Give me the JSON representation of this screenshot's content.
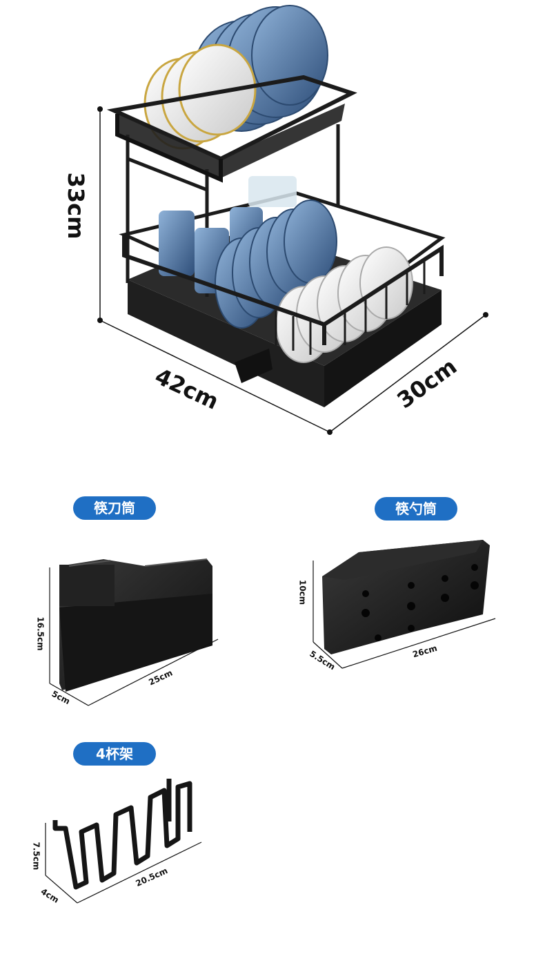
{
  "rack": {
    "height_label": "33cm",
    "width_label": "42cm",
    "depth_label": "30cm"
  },
  "knife_holder": {
    "title": "筷刀筒",
    "height_label": "16.5cm",
    "depth_label": "5cm",
    "width_label": "25cm"
  },
  "spoon_holder": {
    "title": "筷勺筒",
    "height_label": "10cm",
    "depth_label": "5.5cm",
    "width_label": "26cm"
  },
  "cup_holder": {
    "title": "4杯架",
    "height_label": "7.5cm",
    "depth_label": "4cm",
    "width_label": "20.5cm"
  },
  "colors": {
    "pill": "#1f6fc4",
    "rack": "#1b1b1b",
    "plate_blue": "#4d76a6",
    "plate_white": "#f3f3f3"
  }
}
